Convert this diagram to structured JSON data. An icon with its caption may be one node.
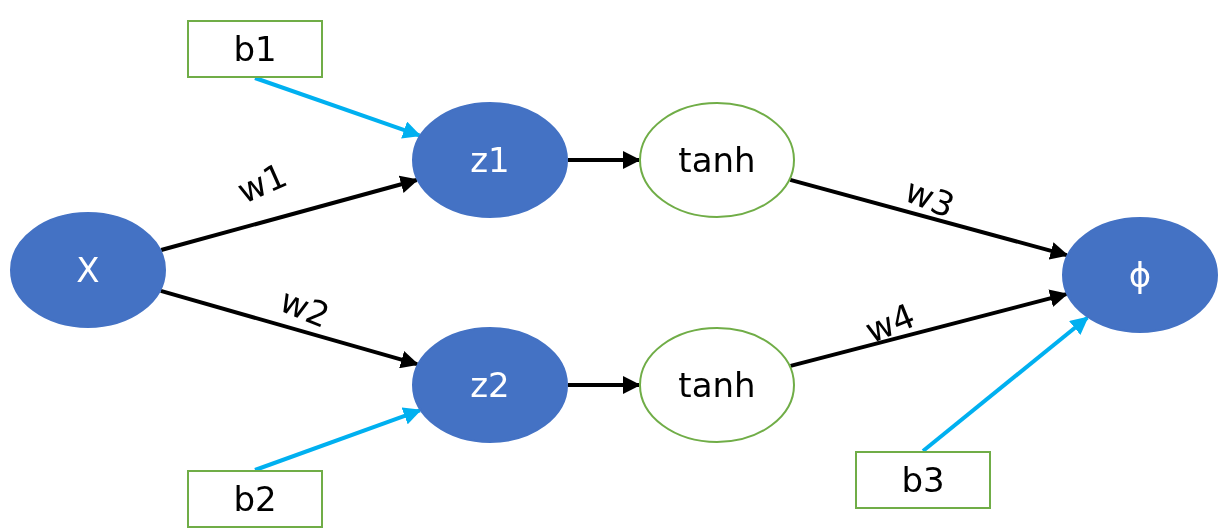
{
  "diagram": {
    "nodes": [
      {
        "text": [
          "b1"
        ]
      },
      {
        "text": [
          "X"
        ]
      },
      {
        "text": [
          "z1"
        ]
      },
      {
        "text": [
          "tanh"
        ]
      },
      {
        "text": [
          "z2"
        ]
      },
      {
        "text": [
          "tanh"
        ]
      },
      {
        "text": [
          "ϕ"
        ]
      },
      {
        "text": [
          "b2"
        ]
      },
      {
        "text": [
          "b3"
        ]
      }
    ],
    "edges": [
      {
        "from": 0,
        "to": 2,
        "arrow": "to",
        "color": "#00b0f0"
      },
      {
        "from": 1,
        "to": 2,
        "arrow": "to",
        "label": "w1"
      },
      {
        "from": 1,
        "to": 4,
        "arrow": "to",
        "label": "w2"
      },
      {
        "from": 2,
        "to": 3,
        "arrow": "to"
      },
      {
        "from": 4,
        "to": 5,
        "arrow": "to"
      },
      {
        "from": 3,
        "to": 6,
        "arrow": "to",
        "label": "w3"
      },
      {
        "from": 5,
        "to": 6,
        "arrow": "to",
        "label": "w4"
      },
      {
        "from": 7,
        "to": 4,
        "arrow": "to",
        "color": "#00b0f0"
      },
      {
        "from": 8,
        "to": 6,
        "arrow": "to",
        "color": "#00b0f0"
      }
    ]
  }
}
